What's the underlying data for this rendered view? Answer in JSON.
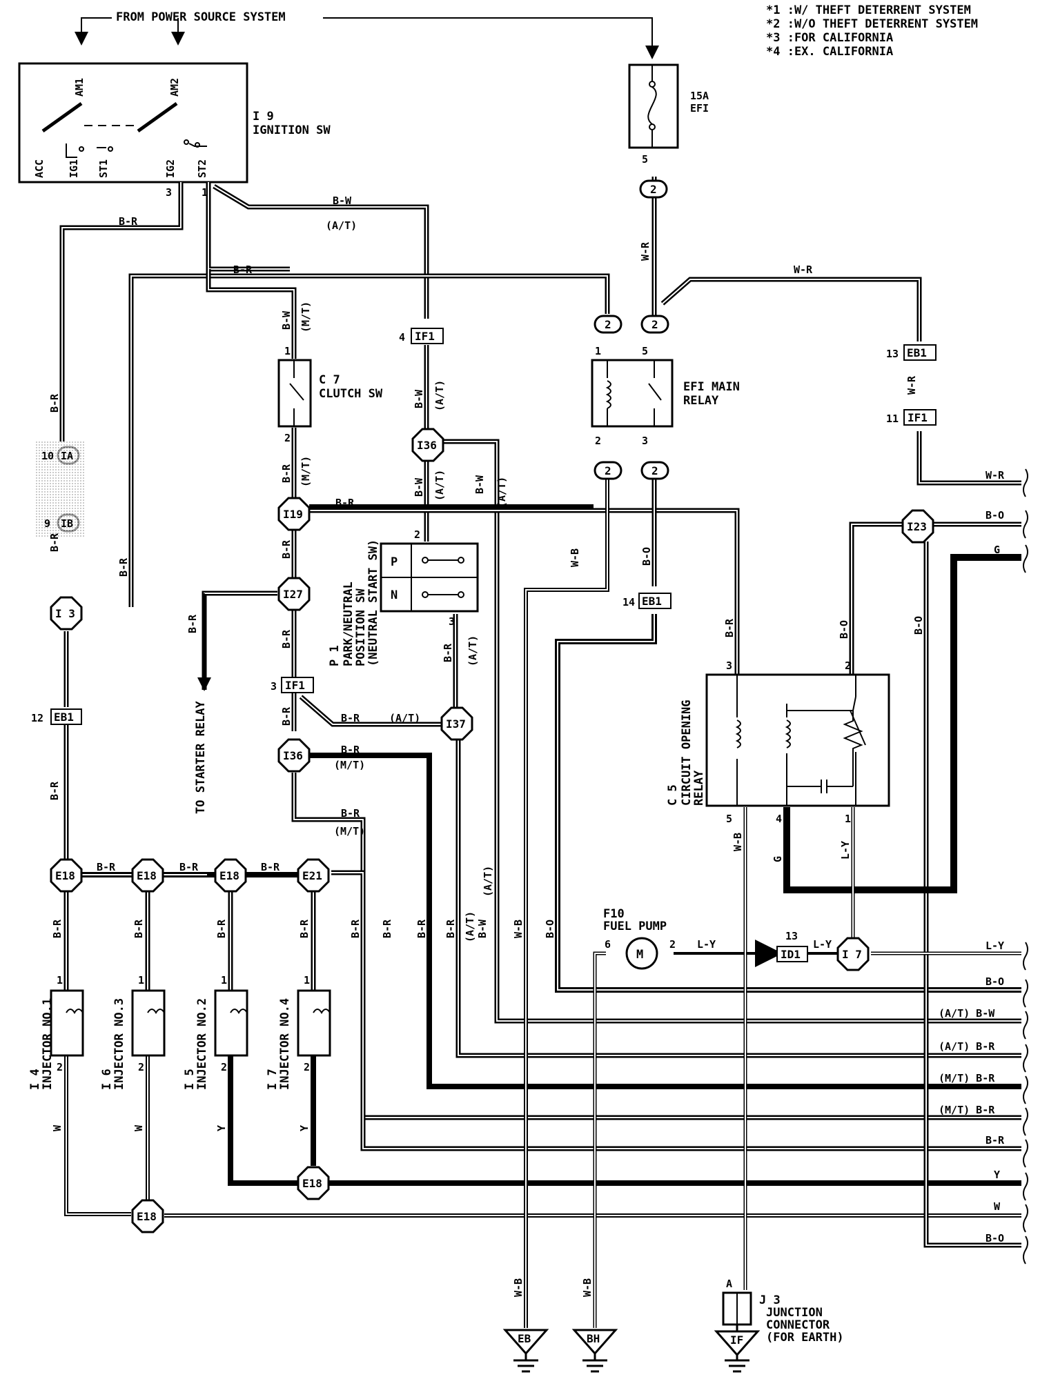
{
  "notes": [
    "*1 :W/ THEFT DETERRENT SYSTEM",
    "*2 :W/O THEFT DETERRENT SYSTEM",
    "*3 :FOR CALIFORNIA",
    "*4 :EX. CALIFORNIA"
  ],
  "power_source": "FROM POWER SOURCE SYSTEM",
  "ignition_sw": {
    "id": "I 9",
    "name": "IGNITION SW",
    "terms": [
      "AM1",
      "AM2",
      "ACC",
      "IG1",
      "ST1",
      "IG2",
      "ST2"
    ],
    "pins": [
      "3",
      "1"
    ]
  },
  "fuse": {
    "rating": "15A",
    "name": "EFI",
    "pin": "5"
  },
  "efi_main_relay": {
    "name_1": "EFI MAIN",
    "name_2": "RELAY",
    "pins": [
      "1",
      "5",
      "2",
      "3"
    ]
  },
  "clutch_sw": {
    "id": "C 7",
    "name": "CLUTCH SW",
    "pins": [
      "1",
      "2"
    ]
  },
  "pn_switch": {
    "id": "P 1",
    "name_1": "PARK/NEUTRAL",
    "name_2": "POSITION SW",
    "name_3": "(NEUTRAL START SW)",
    "rows": [
      "P",
      "N"
    ],
    "pins": [
      "2",
      "3"
    ]
  },
  "circuit_opening_relay": {
    "id": "C 5",
    "name_1": "CIRCUIT OPENING",
    "name_2": "RELAY",
    "pins": [
      "3",
      "2",
      "5",
      "4",
      "1"
    ]
  },
  "fuel_pump": {
    "id": "F10",
    "name": "FUEL PUMP",
    "symbol": "M",
    "pins": [
      "6",
      "2"
    ]
  },
  "starter_relay": "TO STARTER RELAY",
  "junction": {
    "id": "J 3",
    "name_1": "JUNCTION",
    "name_2": "CONNECTOR",
    "name_3": "(FOR EARTH)",
    "pin": "A"
  },
  "injectors": [
    {
      "id": "I 4",
      "name": "INJECTOR NO.1",
      "wire": "W"
    },
    {
      "id": "I 6",
      "name": "INJECTOR NO.3",
      "wire": "W"
    },
    {
      "id": "I 5",
      "name": "INJECTOR NO.2",
      "wire": "Y"
    },
    {
      "id": "I 7",
      "name": "INJECTOR NO.4",
      "wire": "Y"
    }
  ],
  "injector_pins": [
    "1",
    "2"
  ],
  "grounds": [
    "EB",
    "BH",
    "IF"
  ],
  "connectors": {
    "IF1": "IF1",
    "EB1": "EB1",
    "ID1": "ID1",
    "I36": "I36",
    "I19": "I19",
    "I27": "I27",
    "I37": "I37",
    "I3": "I 3",
    "I23": "I23",
    "I7": "I 7",
    "E18": "E18",
    "E21": "E21",
    "c2": "2",
    "IA": "IA",
    "IB": "IB"
  },
  "pin_numbers": {
    "p4": "4",
    "p3": "3",
    "p12": "12",
    "p13": "13",
    "p11": "11",
    "p14": "14",
    "p10": "10",
    "p9": "9",
    "p13b": "13"
  },
  "wire_colors": {
    "BR": "B-R",
    "BW": "B-W",
    "WR": "W-R",
    "WB": "W-B",
    "BO": "B-O",
    "LY": "L-Y",
    "G": "G",
    "W": "W",
    "Y": "Y"
  },
  "trans": {
    "AT": "(A/T)",
    "MT": "(M/T)"
  },
  "right_edge_wires": [
    "W-R",
    "B-O",
    "G",
    "L-Y",
    "B-O",
    "(A/T) B-W",
    "(A/T) B-R",
    "(M/T) B-R",
    "(M/T) B-R",
    "B-R",
    "Y",
    "W",
    "B-O"
  ]
}
